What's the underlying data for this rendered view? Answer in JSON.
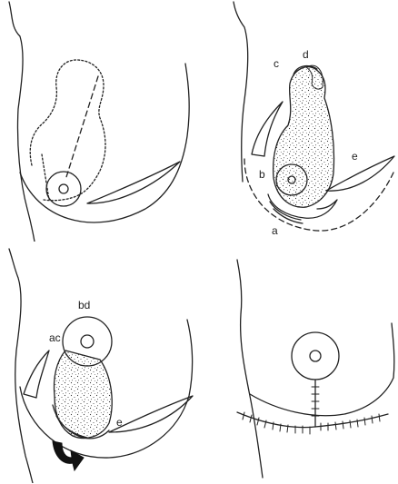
{
  "figure": {
    "panel2_labels": {
      "a": "a",
      "b": "b",
      "c": "c",
      "d": "d",
      "e": "e"
    },
    "panel3_labels": {
      "bd": "bd",
      "ac": "ac",
      "e": "e"
    }
  },
  "colors": {
    "ink": "#222222",
    "background": "#ffffff"
  },
  "icons": {
    "rotation_arrow": "curved-rotation-arrow-icon"
  }
}
